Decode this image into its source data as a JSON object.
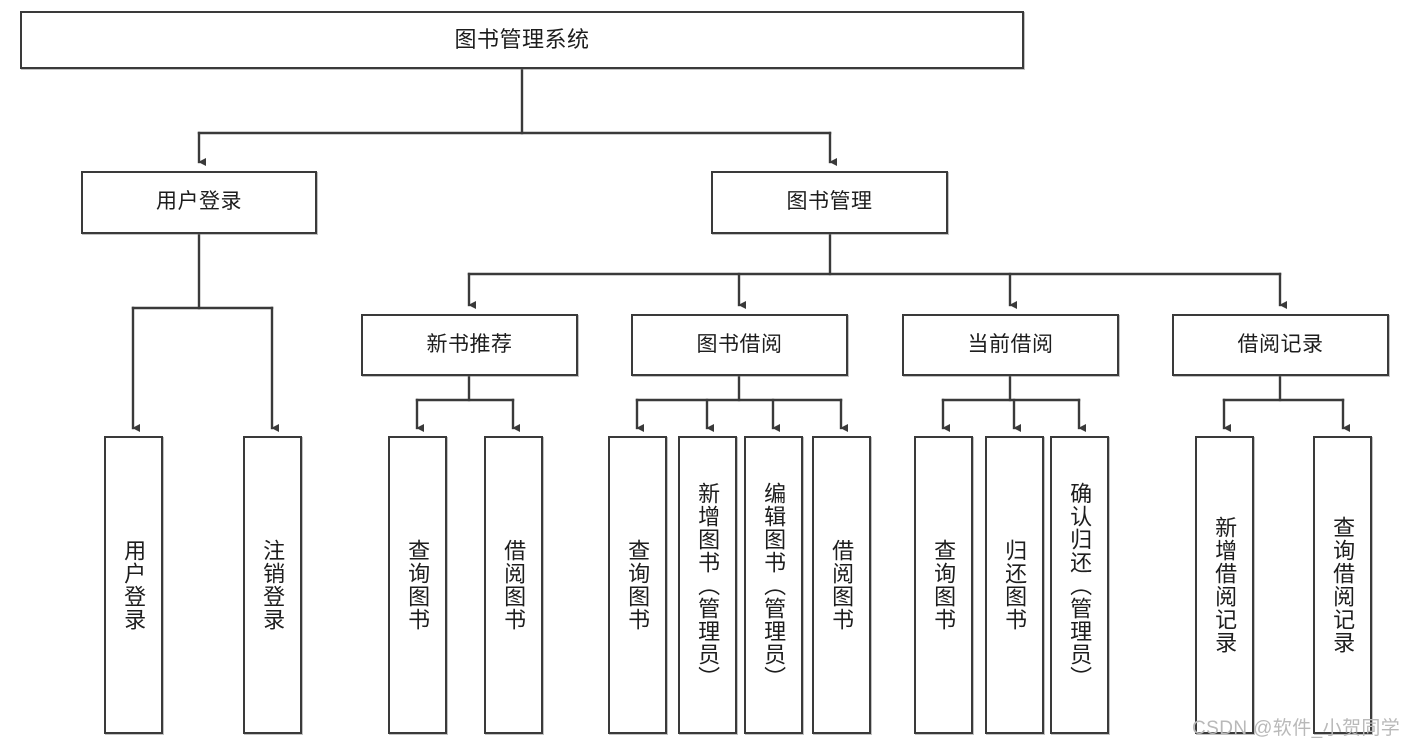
{
  "diagram": {
    "type": "tree",
    "title": "图书管理系统",
    "root": {
      "label": "图书管理系统"
    },
    "level2": [
      {
        "label": "用户登录"
      },
      {
        "label": "图书管理"
      }
    ],
    "level3": [
      {
        "label": "新书推荐"
      },
      {
        "label": "图书借阅"
      },
      {
        "label": "当前借阅"
      },
      {
        "label": "借阅记录"
      }
    ],
    "leaves": {
      "user_login": [
        {
          "label": "用户登录"
        },
        {
          "label": "注销登录"
        }
      ],
      "new_book_recommend": [
        {
          "label": "查询图书"
        },
        {
          "label": "借阅图书"
        }
      ],
      "book_borrow": [
        {
          "label": "查询图书"
        },
        {
          "label": "新增图书（管理员）"
        },
        {
          "label": "编辑图书（管理员）"
        },
        {
          "label": "借阅图书"
        }
      ],
      "current_borrow": [
        {
          "label": "查询图书"
        },
        {
          "label": "归还图书"
        },
        {
          "label": "确认归还（管理员）"
        }
      ],
      "borrow_records": [
        {
          "label": "新增借阅记录"
        },
        {
          "label": "查询借阅记录"
        }
      ]
    }
  },
  "watermark": {
    "text": "CSDN @软件_小贺同学"
  },
  "colors": {
    "box_border": "#3a3a3a",
    "box_fill": "#ffffff",
    "text": "#1d1d1d",
    "connector": "#3a3a3a",
    "watermark": "#b9b9b9"
  }
}
